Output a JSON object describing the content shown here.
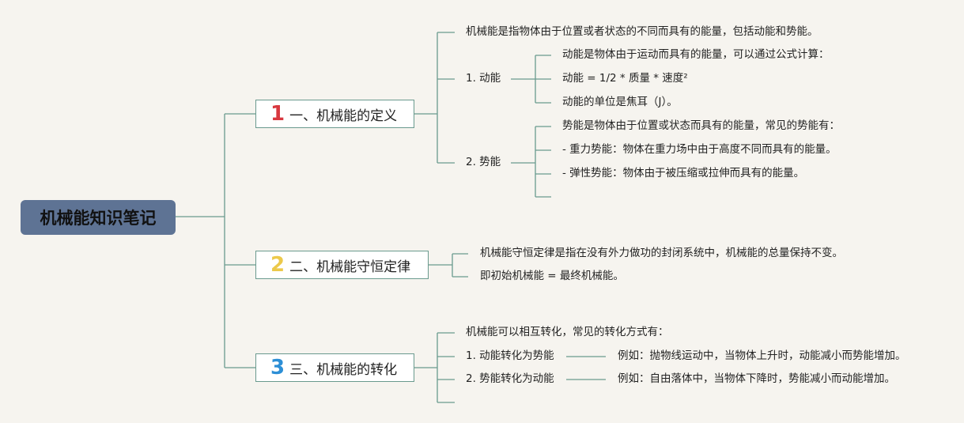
{
  "root": {
    "title": "机械能知识笔记"
  },
  "branches": [
    {
      "number": "1",
      "number_color": "#d8383f",
      "title": "一、机械能的定义",
      "definition": "机械能是指物体由于位置或者状态的不同而具有的能量，包括动能和势能。",
      "kinetic": {
        "label": "1. 动能",
        "items": [
          "动能是物体由于运动而具有的能量，可以通过公式计算：",
          "动能 = 1/2 * 质量 * 速度²",
          "动能的单位是焦耳（J）。"
        ]
      },
      "potential": {
        "label": "2. 势能",
        "items": [
          "势能是物体由于位置或状态而具有的能量，常见的势能有：",
          "- 重力势能：物体在重力场中由于高度不同而具有的能量。",
          "- 弹性势能：物体由于被压缩或拉伸而具有的能量。"
        ]
      }
    },
    {
      "number": "2",
      "number_color": "#ecc94b",
      "title": "二、机械能守恒定律",
      "items": [
        "机械能守恒定律是指在没有外力做功的封闭系统中，机械能的总量保持不变。",
        "即初始机械能 = 最终机械能。"
      ]
    },
    {
      "number": "3",
      "number_color": "#2d8fd6",
      "title": "三、机械能的转化",
      "intro": "机械能可以相互转化，常见的转化方式有：",
      "conversions": [
        {
          "label": "1. 动能转化为势能",
          "example": "例如：抛物线运动中，当物体上升时，动能减小而势能增加。"
        },
        {
          "label": "2. 势能转化为动能",
          "example": "例如：自由落体中，当物体下降时，势能减小而动能增加。"
        }
      ]
    }
  ],
  "colors": {
    "line": "#6a9a8e",
    "root_bg": "#5e7394",
    "background": "#f6f4ef"
  }
}
